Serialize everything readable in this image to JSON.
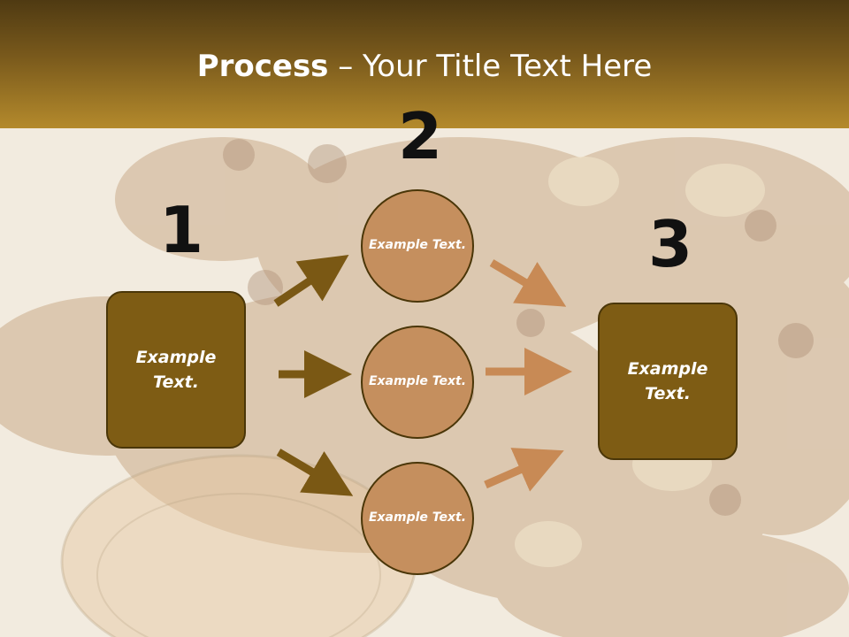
{
  "header": {
    "title_bold": "Process",
    "title_rest": " – Your Title Text Here"
  },
  "steps": {
    "step1_number": "1",
    "step2_number": "2",
    "step3_number": "3"
  },
  "nodes": {
    "left_box": "Example Text.",
    "circle_top": "Example Text.",
    "circle_middle": "Example Text.",
    "circle_bottom": "Example Text.",
    "right_box": "Example Text."
  },
  "colors": {
    "header_dark": "#4f3a12",
    "header_light": "#b48a2c",
    "box_fill": "#7e5c14",
    "circle_fill": "#c58f5e",
    "arrow_dark": "#7a5814",
    "arrow_light": "#c88a55"
  }
}
